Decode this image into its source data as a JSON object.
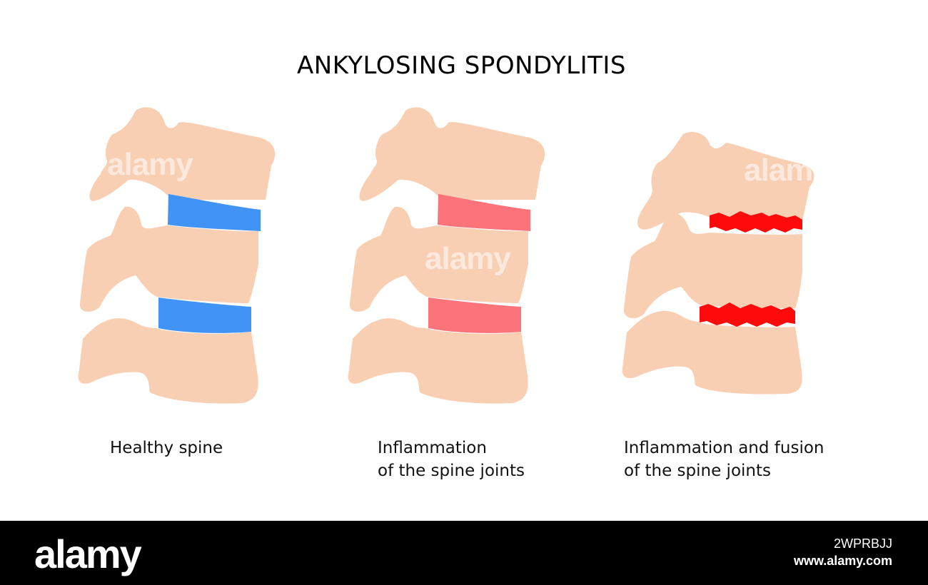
{
  "title": "ANKYLOSING SPONDYLITIS",
  "colors": {
    "bone": "#F9CFB4",
    "healthy_disc": "#4193F5",
    "inflamed_disc": "#FC747A",
    "fused_joint": "#FF0A0A",
    "background": "#FFFFFF"
  },
  "panels": [
    {
      "caption_line1": "Healthy spine",
      "caption_line2": "",
      "disc_state": "healthy"
    },
    {
      "caption_line1": "Inflammation",
      "caption_line2": "of the spine joints",
      "disc_state": "inflamed"
    },
    {
      "caption_line1": "Inflammation and fusion",
      "caption_line2": "of the spine joints",
      "disc_state": "fused"
    }
  ],
  "watermark": {
    "text": "alamy"
  },
  "footer": {
    "logo": "alamy",
    "image_id": "2WPRBJJ",
    "url": "www.alamy.com"
  }
}
